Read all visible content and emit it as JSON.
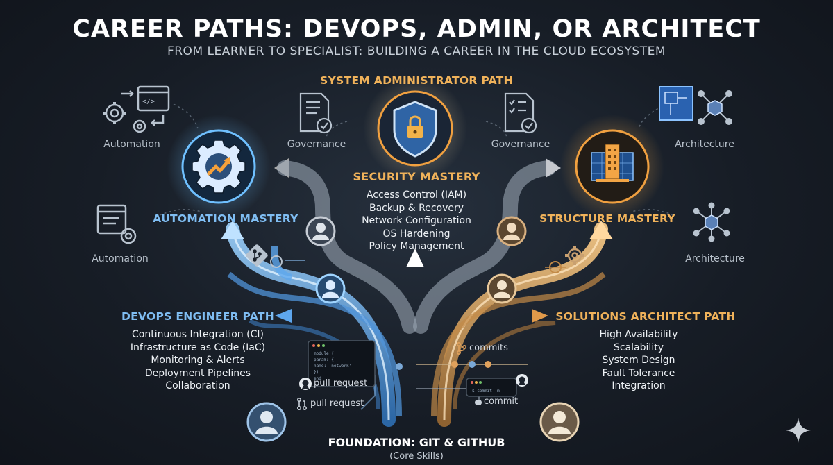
{
  "header": {
    "title": "CAREER PATHS: DEVOPS, ADMIN, OR ARCHITECT",
    "subtitle": "FROM LEARNER TO SPECIALIST: BUILDING A CAREER IN THE CLOUD ECOSYSTEM"
  },
  "sysadmin": {
    "path_title": "SYSTEM ADMINISTRATOR PATH",
    "mastery": "SECURITY MASTERY",
    "skills": [
      "Access Control (IAM)",
      "Backup & Recovery",
      "Network Configuration",
      "OS Hardening",
      "Policy Management"
    ],
    "side_label_left": "Governance",
    "side_label_right": "Governance"
  },
  "devops": {
    "path_title": "DEVOPS ENGINEER PATH",
    "mastery": "AUTOMATION MASTERY",
    "skills": [
      "Continuous Integration (CI)",
      "Infrastructure as Code (IaC)",
      "Monitoring & Alerts",
      "Deployment Pipelines",
      "Collaboration"
    ],
    "side_label_top": "Automation",
    "side_label_bottom": "Automation"
  },
  "architect": {
    "path_title": "SOLUTIONS ARCHITECT PATH",
    "mastery": "STRUCTURE MASTERY",
    "skills": [
      "High Availability",
      "Scalability",
      "System Design",
      "Fault Tolerance",
      "Integration"
    ],
    "side_label_top": "Architecture",
    "side_label_bottom": "Architecture"
  },
  "git_labels": {
    "pull_request_upper": "pull request",
    "pull_request_lower": "pull request",
    "commits": "commits",
    "commit": "commit"
  },
  "code_snippet": {
    "left": [
      "module {",
      "  param: {",
      "   name: 'network'",
      "  })",
      "end"
    ],
    "right": [
      "$ commit -m"
    ]
  },
  "foundation": {
    "title": "FOUNDATION: GIT & GITHUB",
    "subtitle": "(Core Skills)"
  },
  "colors": {
    "blue_accent": "#5fb0ff",
    "orange_accent": "#f0a040",
    "background": "#171d26"
  },
  "icons": {
    "automation": "gear-arrow-icon",
    "security": "shield-lock-icon",
    "architecture": "building-blueprint-icon",
    "person": "user-avatar-icon",
    "corner": "sparkle-icon"
  }
}
